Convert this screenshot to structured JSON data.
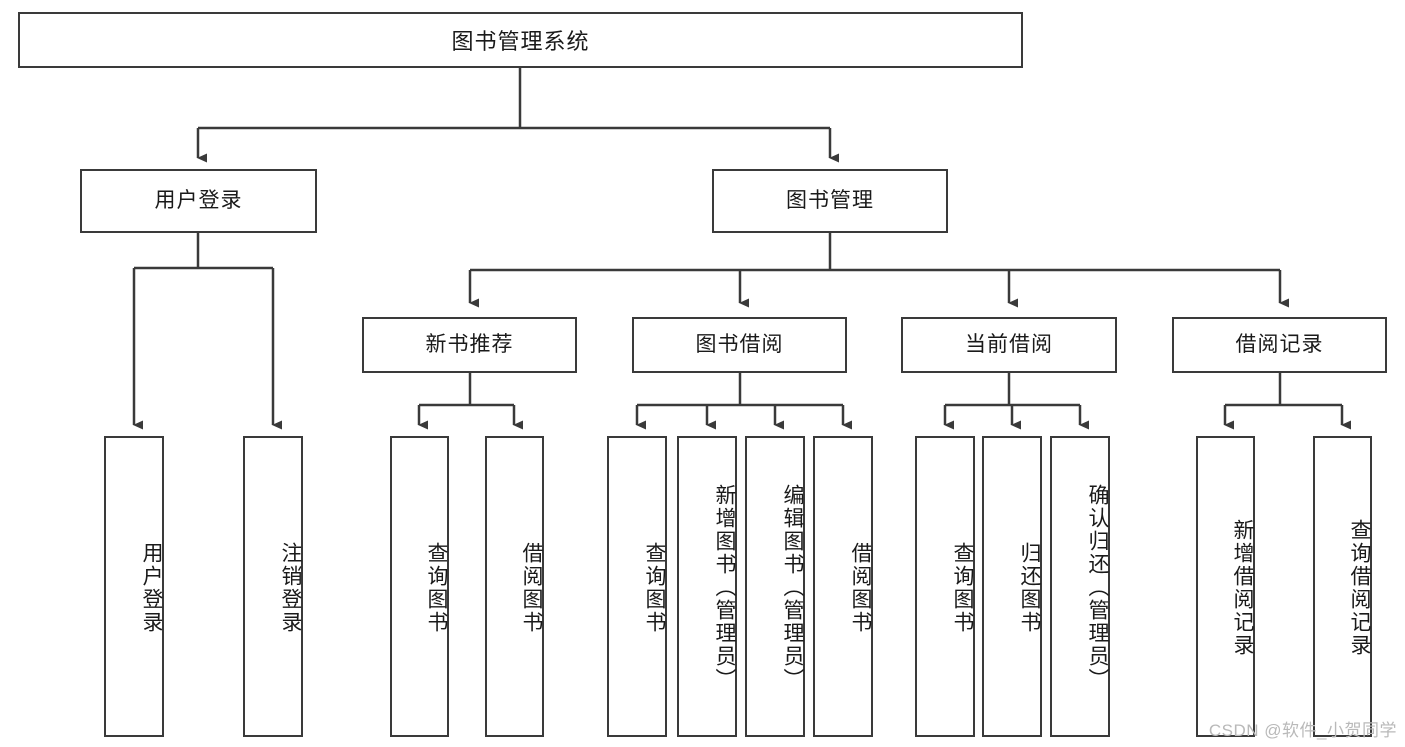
{
  "diagram": {
    "title": "图书管理系统",
    "root": {
      "label": "图书管理系统"
    },
    "level2": [
      {
        "label": "用户登录"
      },
      {
        "label": "图书管理"
      }
    ],
    "level3": [
      {
        "label": "新书推荐"
      },
      {
        "label": "图书借阅"
      },
      {
        "label": "当前借阅"
      },
      {
        "label": "借阅记录"
      }
    ],
    "leaves": {
      "user_login": [
        {
          "label": "用户登录"
        },
        {
          "label": "注销登录"
        }
      ],
      "new_book_recommend": [
        {
          "label": "查询图书"
        },
        {
          "label": "借阅图书"
        }
      ],
      "book_borrow": [
        {
          "label": "查询图书"
        },
        {
          "label": "新增图书（管理员）"
        },
        {
          "label": "编辑图书（管理员）"
        },
        {
          "label": "借阅图书"
        }
      ],
      "current_borrow": [
        {
          "label": "查询图书"
        },
        {
          "label": "归还图书"
        },
        {
          "label": "确认归还（管理员）"
        }
      ],
      "borrow_record": [
        {
          "label": "新增借阅记录"
        },
        {
          "label": "查询借阅记录"
        }
      ]
    }
  },
  "watermark": {
    "text": "CSDN @软件_小贺同学"
  },
  "colors": {
    "stroke": "#3a3a3a",
    "background": "#ffffff",
    "text": "#1a1a1a",
    "watermark": "#b9b9b9"
  }
}
